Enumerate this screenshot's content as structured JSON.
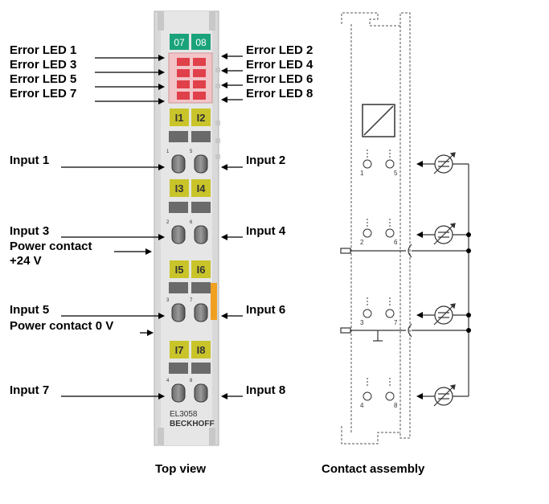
{
  "left_labels": {
    "error_led_1": "Error LED 1",
    "error_led_3": "Error LED 3",
    "error_led_5": "Error LED 5",
    "error_led_7": "Error LED 7",
    "input_1": "Input 1",
    "input_3": "Input 3",
    "power_contact_24v_line1": "Power contact",
    "power_contact_24v_line2": "+24 V",
    "input_5": "Input 5",
    "power_contact_0v": "Power contact 0 V",
    "input_7": "Input 7"
  },
  "right_labels": {
    "error_led_2": "Error LED 2",
    "error_led_4": "Error LED 4",
    "error_led_6": "Error LED 6",
    "error_led_8": "Error LED 8",
    "input_2": "Input 2",
    "input_4": "Input 4",
    "input_6": "Input 6",
    "input_8": "Input 8"
  },
  "terminal": {
    "led_top_left": "07",
    "led_top_right": "08",
    "channel_labels": [
      "I1",
      "I2",
      "I3",
      "I4",
      "I5",
      "I6",
      "I7",
      "I8"
    ],
    "model": "EL3058",
    "brand": "BECKHOFF",
    "contact_numbers_left": [
      "1",
      "2",
      "3",
      "4"
    ],
    "contact_numbers_right": [
      "5",
      "6",
      "7",
      "8"
    ]
  },
  "contact_assembly": {
    "numbers_left": [
      "1",
      "2",
      "3",
      "4"
    ],
    "numbers_right": [
      "5",
      "6",
      "7",
      "8"
    ]
  },
  "captions": {
    "top_view": "Top view",
    "contact_assembly": "Contact assembly"
  },
  "colors": {
    "housing": "#d9d9d9",
    "led_green": "#1aa37a",
    "label_yellow": "#c9c42a",
    "error_led_red": "#e0404a",
    "power_orange": "#f0a020"
  }
}
